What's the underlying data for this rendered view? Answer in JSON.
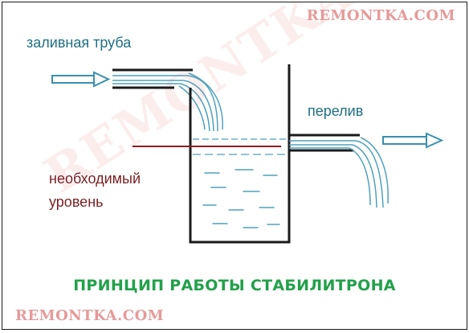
{
  "watermark": {
    "top": "REMONTKA.COM",
    "bottom": "REMONTKA.COM",
    "diagonal": "REMONTKA.COM"
  },
  "labels": {
    "inlet_pipe": "заливная труба",
    "overflow": "перелив",
    "required_level_line1": "необходимый",
    "required_level_line2": "уровень"
  },
  "title": "ПРИНЦИП РАБОТЫ СТАБИЛИТРОНА",
  "colors": {
    "line": "#1a1a1a",
    "water": "#4fa0be",
    "level_line": "#8b1c24",
    "label_blue": "#1e6f86",
    "label_red": "#7a1f23",
    "title_green": "#22a14b",
    "watermark": "#e59a9a"
  }
}
